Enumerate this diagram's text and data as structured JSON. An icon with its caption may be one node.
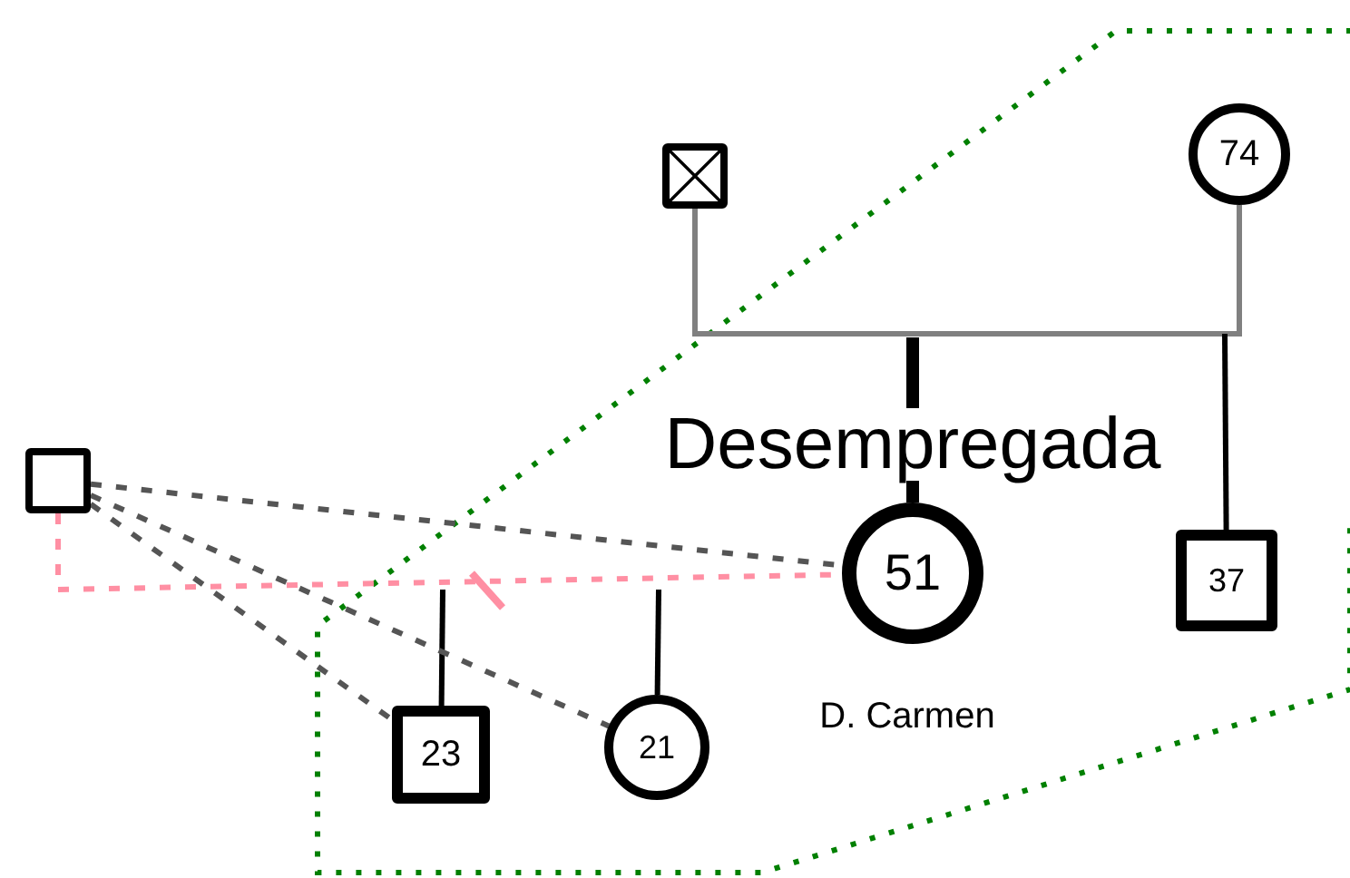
{
  "diagram": {
    "nodes": [
      {
        "text": [],
        "shape": "box"
      },
      {
        "text": [
          "74"
        ]
      },
      {
        "text": [
          "51"
        ],
        "beside": [
          "D. Carmen"
        ]
      },
      {
        "text": [
          "37"
        ]
      },
      {
        "text": [],
        "shape": "box"
      },
      {
        "text": [
          "23"
        ]
      },
      {
        "text": [
          "21"
        ]
      }
    ],
    "edges": [
      {
        "from": 0,
        "to": 1,
        "arrow": "none",
        "color": "#808080"
      },
      {
        "from": null,
        "to": 2,
        "arrow": "none",
        "style": "thick",
        "label": "Desempregada"
      },
      {
        "from": null,
        "to": 3,
        "arrow": "none"
      },
      {
        "from": 4,
        "to": 2,
        "arrow": "none",
        "style": "dashed",
        "color": "#ff8fa3"
      },
      {
        "from": null,
        "to": 5,
        "arrow": "none"
      },
      {
        "from": null,
        "to": 6,
        "arrow": "none"
      },
      {
        "from": 4,
        "to": 2,
        "arrow": "none",
        "style": "dashed",
        "color": "#555555"
      },
      {
        "from": 4,
        "to": 6,
        "arrow": "none",
        "style": "dashed",
        "color": "#555555"
      },
      {
        "from": 4,
        "to": 5,
        "arrow": "none",
        "style": "dashed",
        "color": "#555555"
      }
    ]
  }
}
